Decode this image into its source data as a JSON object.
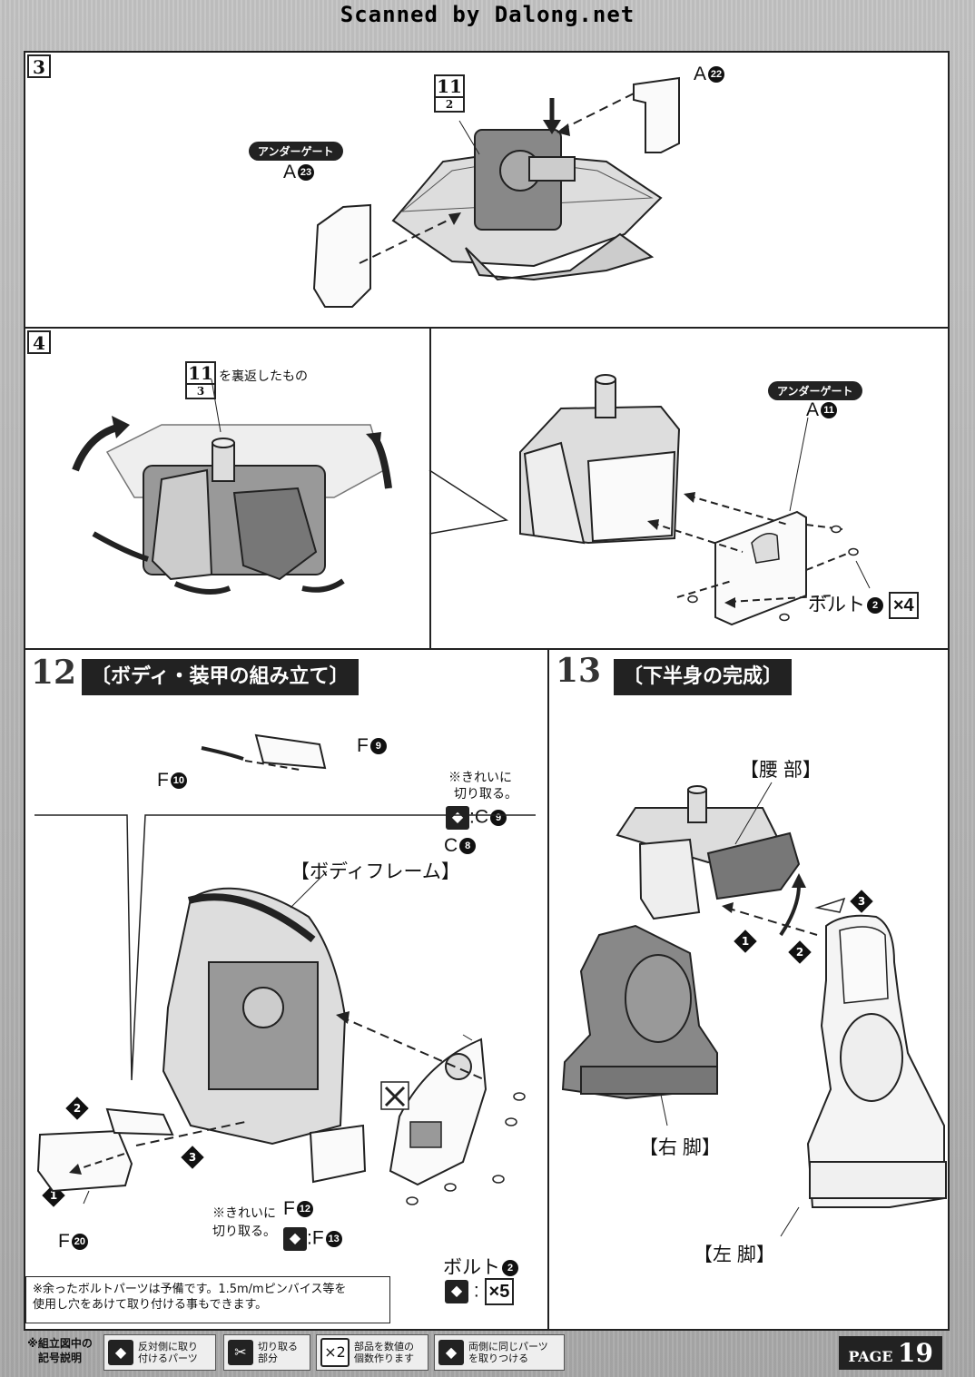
{
  "header": {
    "scan_credit": "Scanned by Dalong.net"
  },
  "step3": {
    "number": "3",
    "ref_top": "11",
    "ref_bottom": "2",
    "gate_label": "アンダーゲート",
    "part_a23": "A",
    "part_a23_num": "23",
    "part_a22": "A",
    "part_a22_num": "22"
  },
  "step4": {
    "number": "4",
    "ref_top": "11",
    "ref_bottom": "3",
    "ref_caption": "を裏返したもの",
    "gate_label": "アンダーゲート",
    "part_a11": "A",
    "part_a11_num": "11",
    "bolt_label": "ボルト",
    "bolt_num": "2",
    "bolt_qty": "×4"
  },
  "step12": {
    "number": "12",
    "title": "〔ボディ・装甲の組み立て〕",
    "f9": "F",
    "f9_num": "9",
    "f10": "F",
    "f10_num": "10",
    "body_frame": "【ボディフレーム】",
    "clean_note_1": "※きれいに",
    "clean_note_2": "切り取る。",
    "c9": ":C",
    "c9_num": "9",
    "c8": "C",
    "c8_num": "8",
    "f12": "F",
    "f12_num": "12",
    "f12_note_1": "※きれいに",
    "f12_note_2": "切り取る。",
    "f13": ":F",
    "f13_num": "13",
    "f20": "F",
    "f20_num": "20",
    "bolt_label": "ボルト",
    "bolt_num": "2",
    "bolt_qty": "×5",
    "seq": [
      "2",
      "3",
      "1"
    ],
    "spare_note_1": "※余ったボルトパーツは予備です。1.5m/mピンバイス等を",
    "spare_note_2": "使用し穴をあけて取り付ける事もできます。"
  },
  "step13": {
    "number": "13",
    "title": "〔下半身の完成〕",
    "waist": "【腰 部】",
    "right_leg": "【右 脚】",
    "left_leg": "【左 脚】",
    "seq": [
      "1",
      "2",
      "3"
    ]
  },
  "legend": {
    "title_1": "※組立図中の",
    "title_2": "記号説明",
    "items": [
      {
        "text_1": "反対側に取り",
        "text_2": "付けるパーツ"
      },
      {
        "text_1": "切り取る",
        "text_2": "部分"
      },
      {
        "text_1": "部品を数値の",
        "text_2": "個数作ります",
        "icon_text": "×2"
      },
      {
        "text_1": "両側に同じパーツ",
        "text_2": "を取りつける"
      }
    ]
  },
  "page": {
    "label": "PAGE",
    "number": "19"
  }
}
